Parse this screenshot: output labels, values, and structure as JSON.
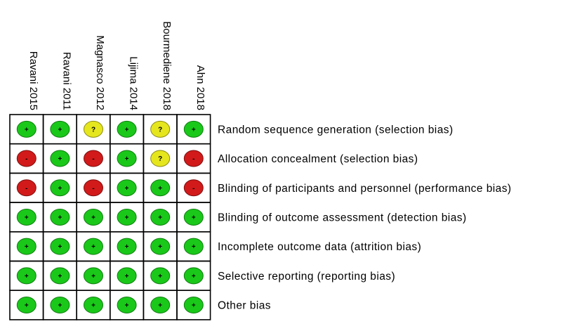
{
  "chart_data": {
    "type": "table",
    "title": "",
    "studies": [
      "Ravani 2015",
      "Ravani 2011",
      "Magnasco 2012",
      "Lijima 2014",
      "Bourmediene 2018",
      "Ahn 2018"
    ],
    "domains": [
      "Random sequence generation (selection bias)",
      "Allocation concealment (selection bias)",
      "Blinding of participants and personnel (performance bias)",
      "Blinding of outcome assessment (detection bias)",
      "Incomplete outcome data (attrition bias)",
      "Selective reporting (reporting bias)",
      "Other bias"
    ],
    "judgements": [
      [
        "low",
        "low",
        "unclear",
        "low",
        "unclear",
        "low"
      ],
      [
        "high",
        "low",
        "high",
        "low",
        "unclear",
        "high"
      ],
      [
        "high",
        "low",
        "high",
        "low",
        "low",
        "high"
      ],
      [
        "low",
        "low",
        "low",
        "low",
        "low",
        "low"
      ],
      [
        "low",
        "low",
        "low",
        "low",
        "low",
        "low"
      ],
      [
        "low",
        "low",
        "low",
        "low",
        "low",
        "low"
      ],
      [
        "low",
        "low",
        "low",
        "low",
        "low",
        "low"
      ]
    ],
    "symbols": {
      "low": "+",
      "unclear": "?",
      "high": "-"
    },
    "colors": {
      "low": "#1ac81a",
      "unclear": "#e6e61e",
      "high": "#d21a1a"
    }
  }
}
